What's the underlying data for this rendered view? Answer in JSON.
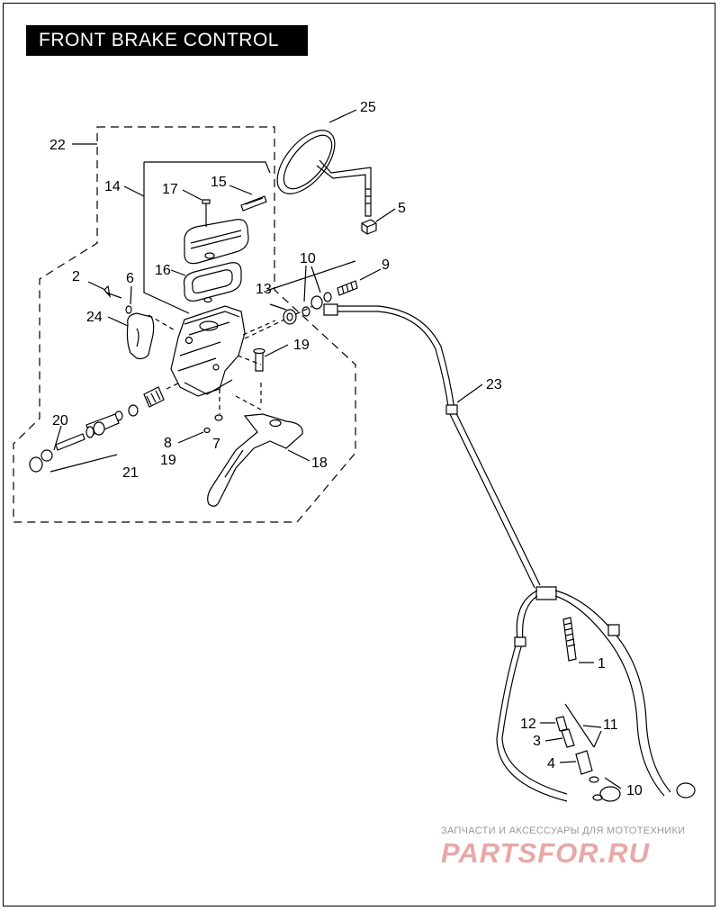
{
  "title": "FRONT BRAKE CONTROL",
  "callouts": [
    "1",
    "2",
    "3",
    "4",
    "5",
    "6",
    "7",
    "8",
    "9",
    "10",
    "10",
    "11",
    "12",
    "13",
    "14",
    "15",
    "16",
    "17",
    "18",
    "19",
    "19",
    "20",
    "21",
    "22",
    "23",
    "24",
    "25"
  ],
  "watermark": {
    "caption": "ЗАПЧАСТИ И АКСЕССУАРЫ ДЛЯ МОТОТЕХНИКИ",
    "brand": "PARTSFOR.RU"
  }
}
